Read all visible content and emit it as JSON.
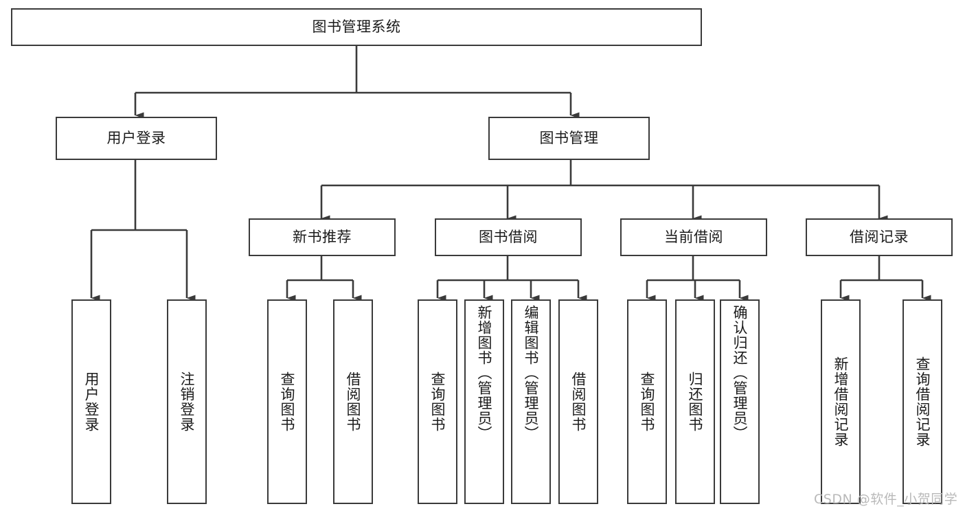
{
  "diagram": {
    "title": "图书管理系统",
    "type": "tree",
    "watermark": "CSDN @软件_小贺同学",
    "colors": {
      "stroke": "#3a3a3a",
      "fill": "#ffffff",
      "text": "#1b1b1b",
      "watermark": "#b9b9b9"
    },
    "nodes": {
      "root": "图书管理系统",
      "level2": {
        "user_login": "用户登录",
        "book_manage": "图书管理"
      },
      "level3": {
        "new_book_rec": "新书推荐",
        "book_borrow": "图书借阅",
        "current_borrow": "当前借阅",
        "borrow_record": "借阅记录"
      },
      "leaves": {
        "user_login_1": "用户登录",
        "user_login_2": "注销登录",
        "new_book_rec_1": "查询图书",
        "new_book_rec_2": "借阅图书",
        "book_borrow_1": "查询图书",
        "book_borrow_2": "新增图书（管理员）",
        "book_borrow_3": "编辑图书（管理员）",
        "book_borrow_4": "借阅图书",
        "current_borrow_1": "查询图书",
        "current_borrow_2": "归还图书",
        "current_borrow_3": "确认归还（管理员）",
        "borrow_record_1": "新增借阅记录",
        "borrow_record_2": "查询借阅记录"
      }
    }
  }
}
